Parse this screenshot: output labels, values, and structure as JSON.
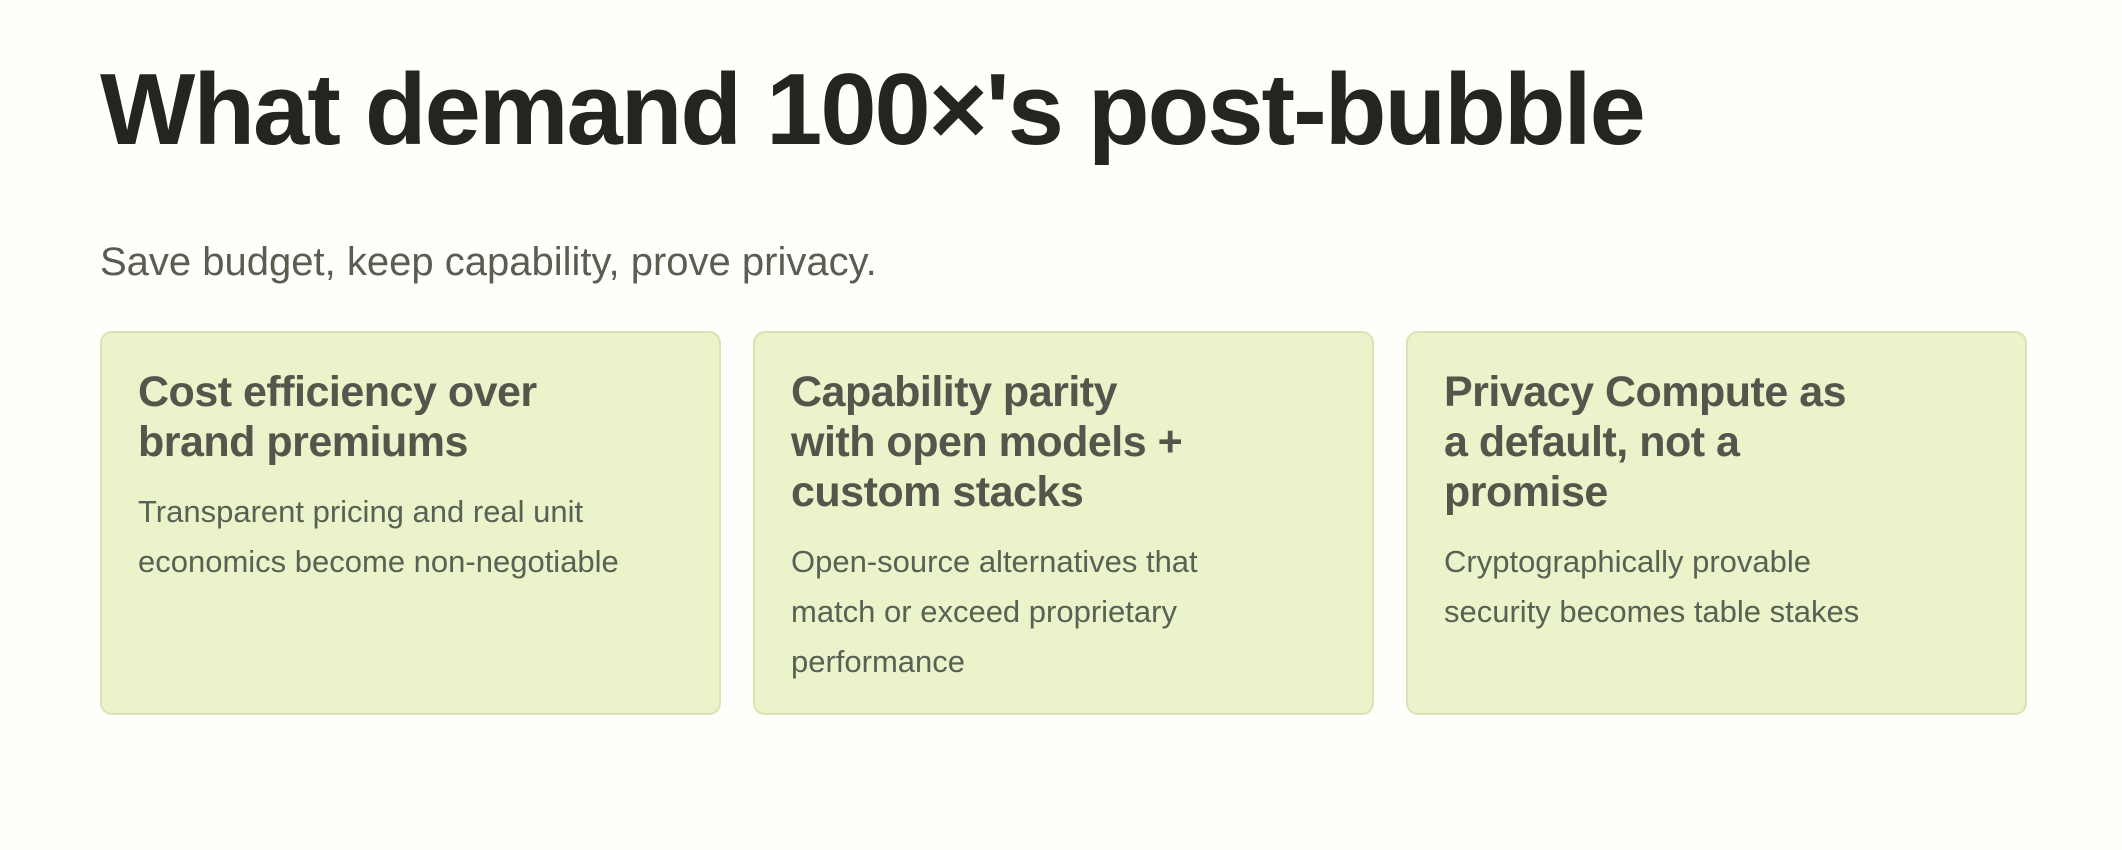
{
  "header": {
    "title": "What demand 100×'s post-bubble",
    "subtitle": "Save budget, keep capability, prove privacy."
  },
  "cards": [
    {
      "title": "Cost efficiency over\nbrand premiums",
      "body": "Transparent pricing and real unit\neconomics become non-negotiable"
    },
    {
      "title": "Capability parity\nwith open models +\ncustom stacks",
      "body": "Open-source alternatives that\nmatch or exceed proprietary\nperformance"
    },
    {
      "title": "Privacy Compute as\na default, not a\npromise",
      "body": "Cryptographically provable\nsecurity becomes table stakes"
    }
  ],
  "colors": {
    "page_background": "#fffefb",
    "heading_text": "#22261e",
    "subtitle_text": "#595e51",
    "card_background": "#eaf3c9",
    "card_border": "#d9e3b3",
    "card_title_text": "#53564b",
    "card_body_text": "#5b6054"
  }
}
